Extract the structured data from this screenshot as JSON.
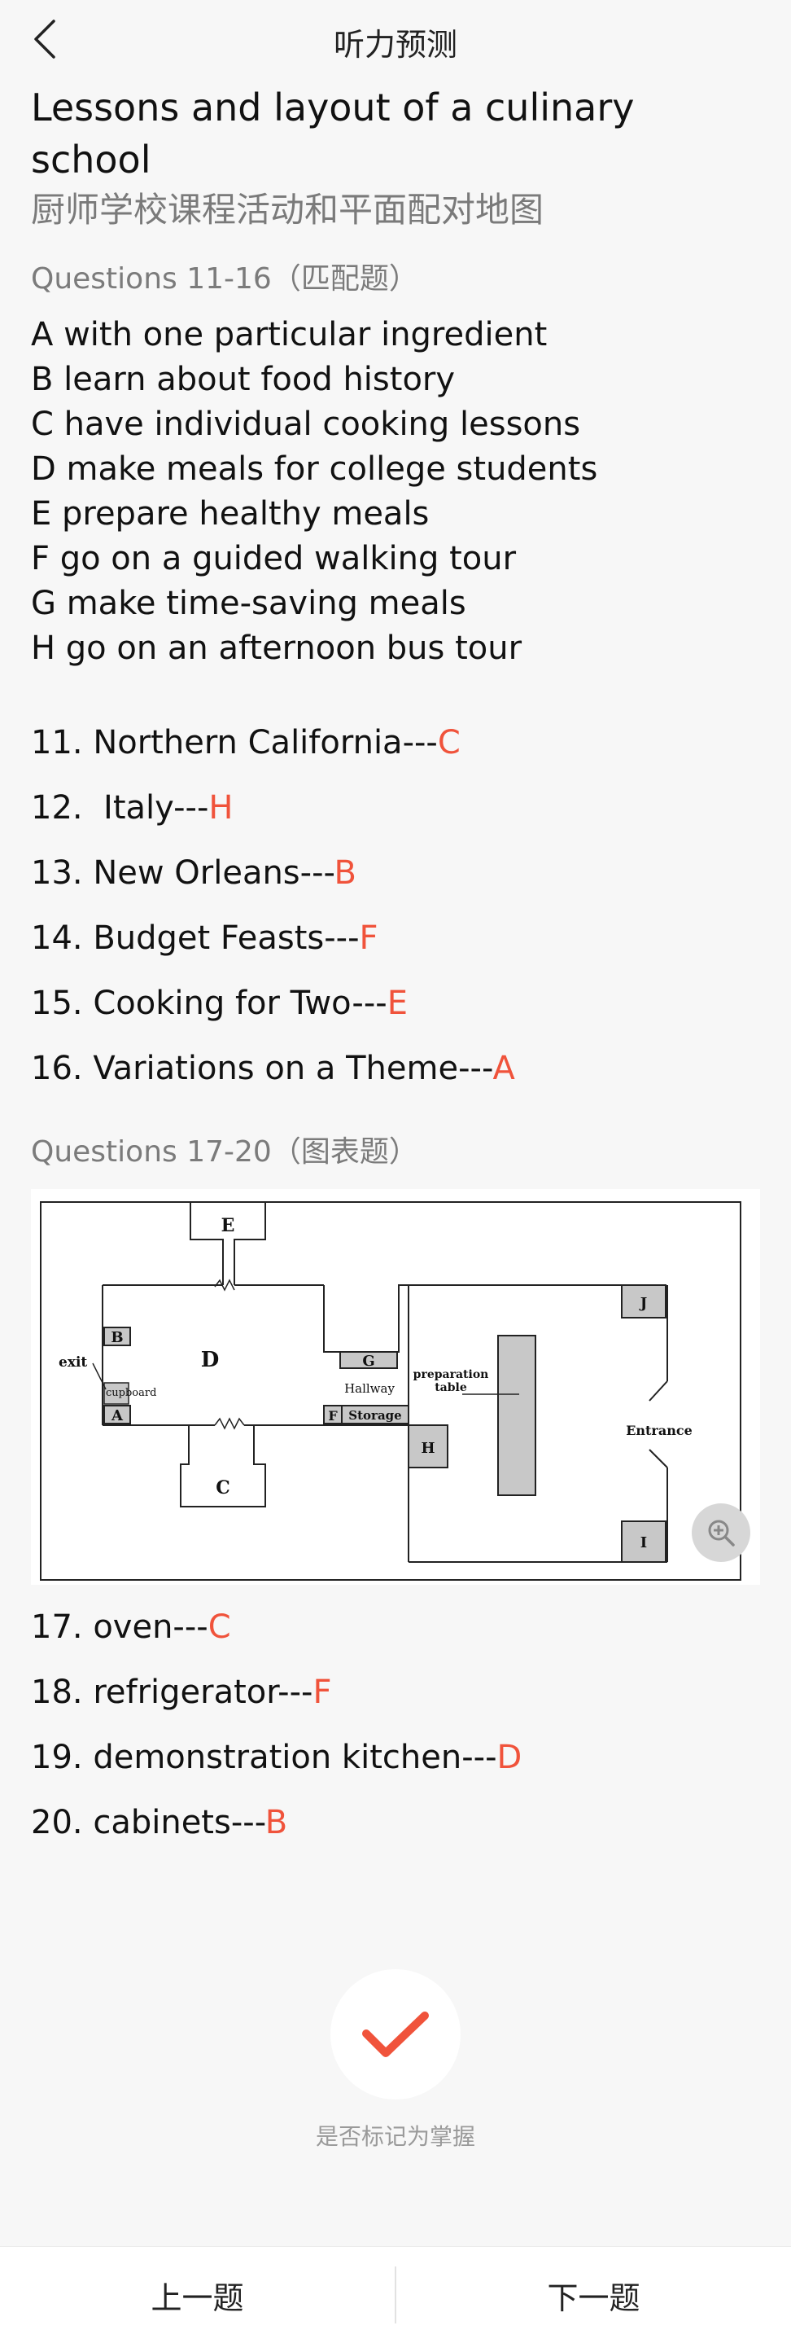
{
  "header": {
    "title": "听力预测"
  },
  "lesson": {
    "title_en": "Lessons and layout of a culinary school",
    "title_zh": "厨师学校课程活动和平面配对地图"
  },
  "section1": {
    "label": "Questions 11-16（匹配题）",
    "options": [
      "A with one particular ingredient",
      "B learn about food history",
      "C have individual cooking lessons",
      "D make meals for college students",
      "E prepare healthy meals",
      "F go on a guided walking tour",
      "G make time-saving meals",
      "H go on an afternoon bus tour"
    ],
    "questions": [
      {
        "q": "11. Northern California---",
        "a": "C"
      },
      {
        "q": "12.  Italy---",
        "a": "H"
      },
      {
        "q": "13. New Orleans---",
        "a": "B"
      },
      {
        "q": "14. Budget Feasts---",
        "a": "F"
      },
      {
        "q": "15. Cooking for Two---",
        "a": "E"
      },
      {
        "q": "16. Variations on a Theme---",
        "a": "A"
      }
    ]
  },
  "section2": {
    "label": "Questions 17-20（图表题）",
    "map_labels": {
      "e": "E",
      "d": "D",
      "b": "B",
      "a": "A",
      "c": "C",
      "g": "G",
      "f": "F",
      "h": "H",
      "i": "I",
      "j": "J",
      "exit": "exit",
      "cupboard": "cupboard",
      "hallway": "Hallway",
      "storage": "Storage",
      "preparation": "preparation",
      "table": "table",
      "entrance": "Entrance"
    },
    "questions": [
      {
        "q": "17. oven---",
        "a": "C"
      },
      {
        "q": "18. refrigerator---",
        "a": "F"
      },
      {
        "q": "19. demonstration kitchen---",
        "a": "D"
      },
      {
        "q": "20. cabinets---",
        "a": "B"
      }
    ]
  },
  "mastery": {
    "label": "是否标记为掌握"
  },
  "footer": {
    "prev": "上一题",
    "next": "下一题"
  },
  "colors": {
    "accent": "#f0533b"
  }
}
